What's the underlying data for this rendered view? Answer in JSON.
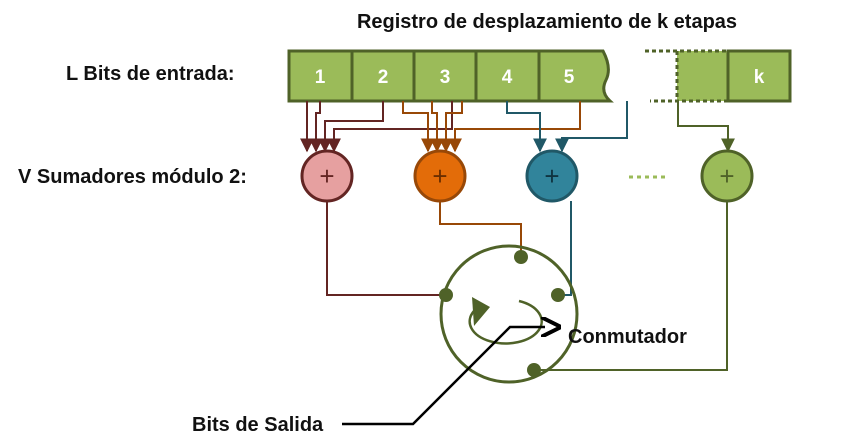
{
  "title": "Registro de desplazamiento de k etapas",
  "input_label": "L Bits de entrada:",
  "adders_label": "V Sumadores módulo 2:",
  "register_cells": [
    "1",
    "2",
    "3",
    "4",
    "5"
  ],
  "last_cell": "k",
  "adder_symbol": "+",
  "commutator_label": "Conmutador",
  "output_label": "Bits de Salida",
  "colors": {
    "register_fill": "#9bbb59",
    "register_stroke": "#4f6228",
    "adder1_fill": "#e6a0a0",
    "adder1_stroke": "#632523",
    "adder2_fill": "#e36c09",
    "adder2_stroke": "#984807",
    "adder3_fill": "#31849b",
    "adder3_stroke": "#205867",
    "adder4_fill": "#9bbb59",
    "adder4_stroke": "#4f6228",
    "commutator": "#4f6228"
  }
}
